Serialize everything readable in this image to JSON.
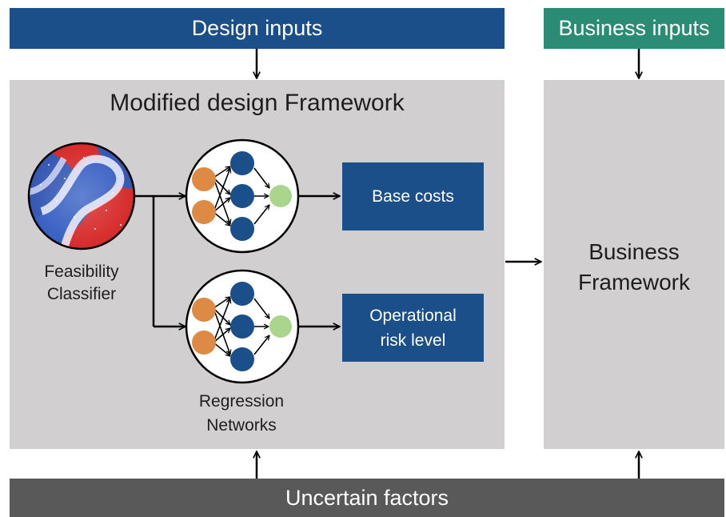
{
  "banners": {
    "design_inputs": "Design inputs",
    "business_inputs": "Business inputs",
    "uncertain_factors": "Uncertain factors"
  },
  "modified_framework": {
    "title": "Modified design Framework",
    "classifier_label_line1": "Feasibility",
    "classifier_label_line2": "Classifier",
    "regression_label_line1": "Regression",
    "regression_label_line2": "Networks",
    "output_base_costs": "Base costs",
    "output_risk_line1": "Operational",
    "output_risk_line2": "risk level"
  },
  "business_framework": {
    "title_line1": "Business",
    "title_line2": "Framework"
  },
  "colors": {
    "design_banner": "#1b4f8a",
    "business_banner": "#2a8c74",
    "uncertain_banner": "#595959",
    "panel": "#d1cfcf",
    "output_box": "#1b4f8a",
    "input_node": "#dc8a44",
    "hidden_node": "#1b4f8a",
    "output_node": "#a9d58c"
  }
}
